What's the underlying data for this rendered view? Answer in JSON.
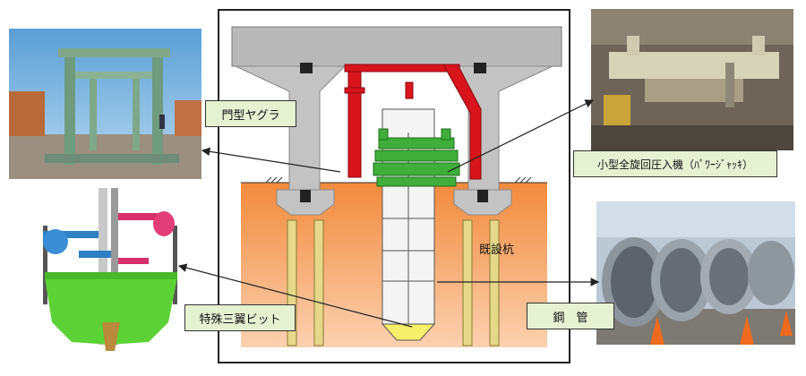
{
  "labels": {
    "portal_frame": "門型ヤグラ",
    "rotary_press": "小型全旋回圧入機（ﾊﾟﾜｰｼﾞｬｯｷ）",
    "existing_pile": "既設杭",
    "special_bit": "特殊三翼ビット",
    "steel_pipe": "鋼　管"
  },
  "colors": {
    "label_bg": "#e6f1d2",
    "soil_top": "#f28a3c",
    "soil_bottom": "#fbd1b0",
    "frame_red": "#d8141c",
    "machine_green": "#3fae3a",
    "concrete": "#b9b9b9",
    "pile_yellow": "#e5d88a"
  }
}
